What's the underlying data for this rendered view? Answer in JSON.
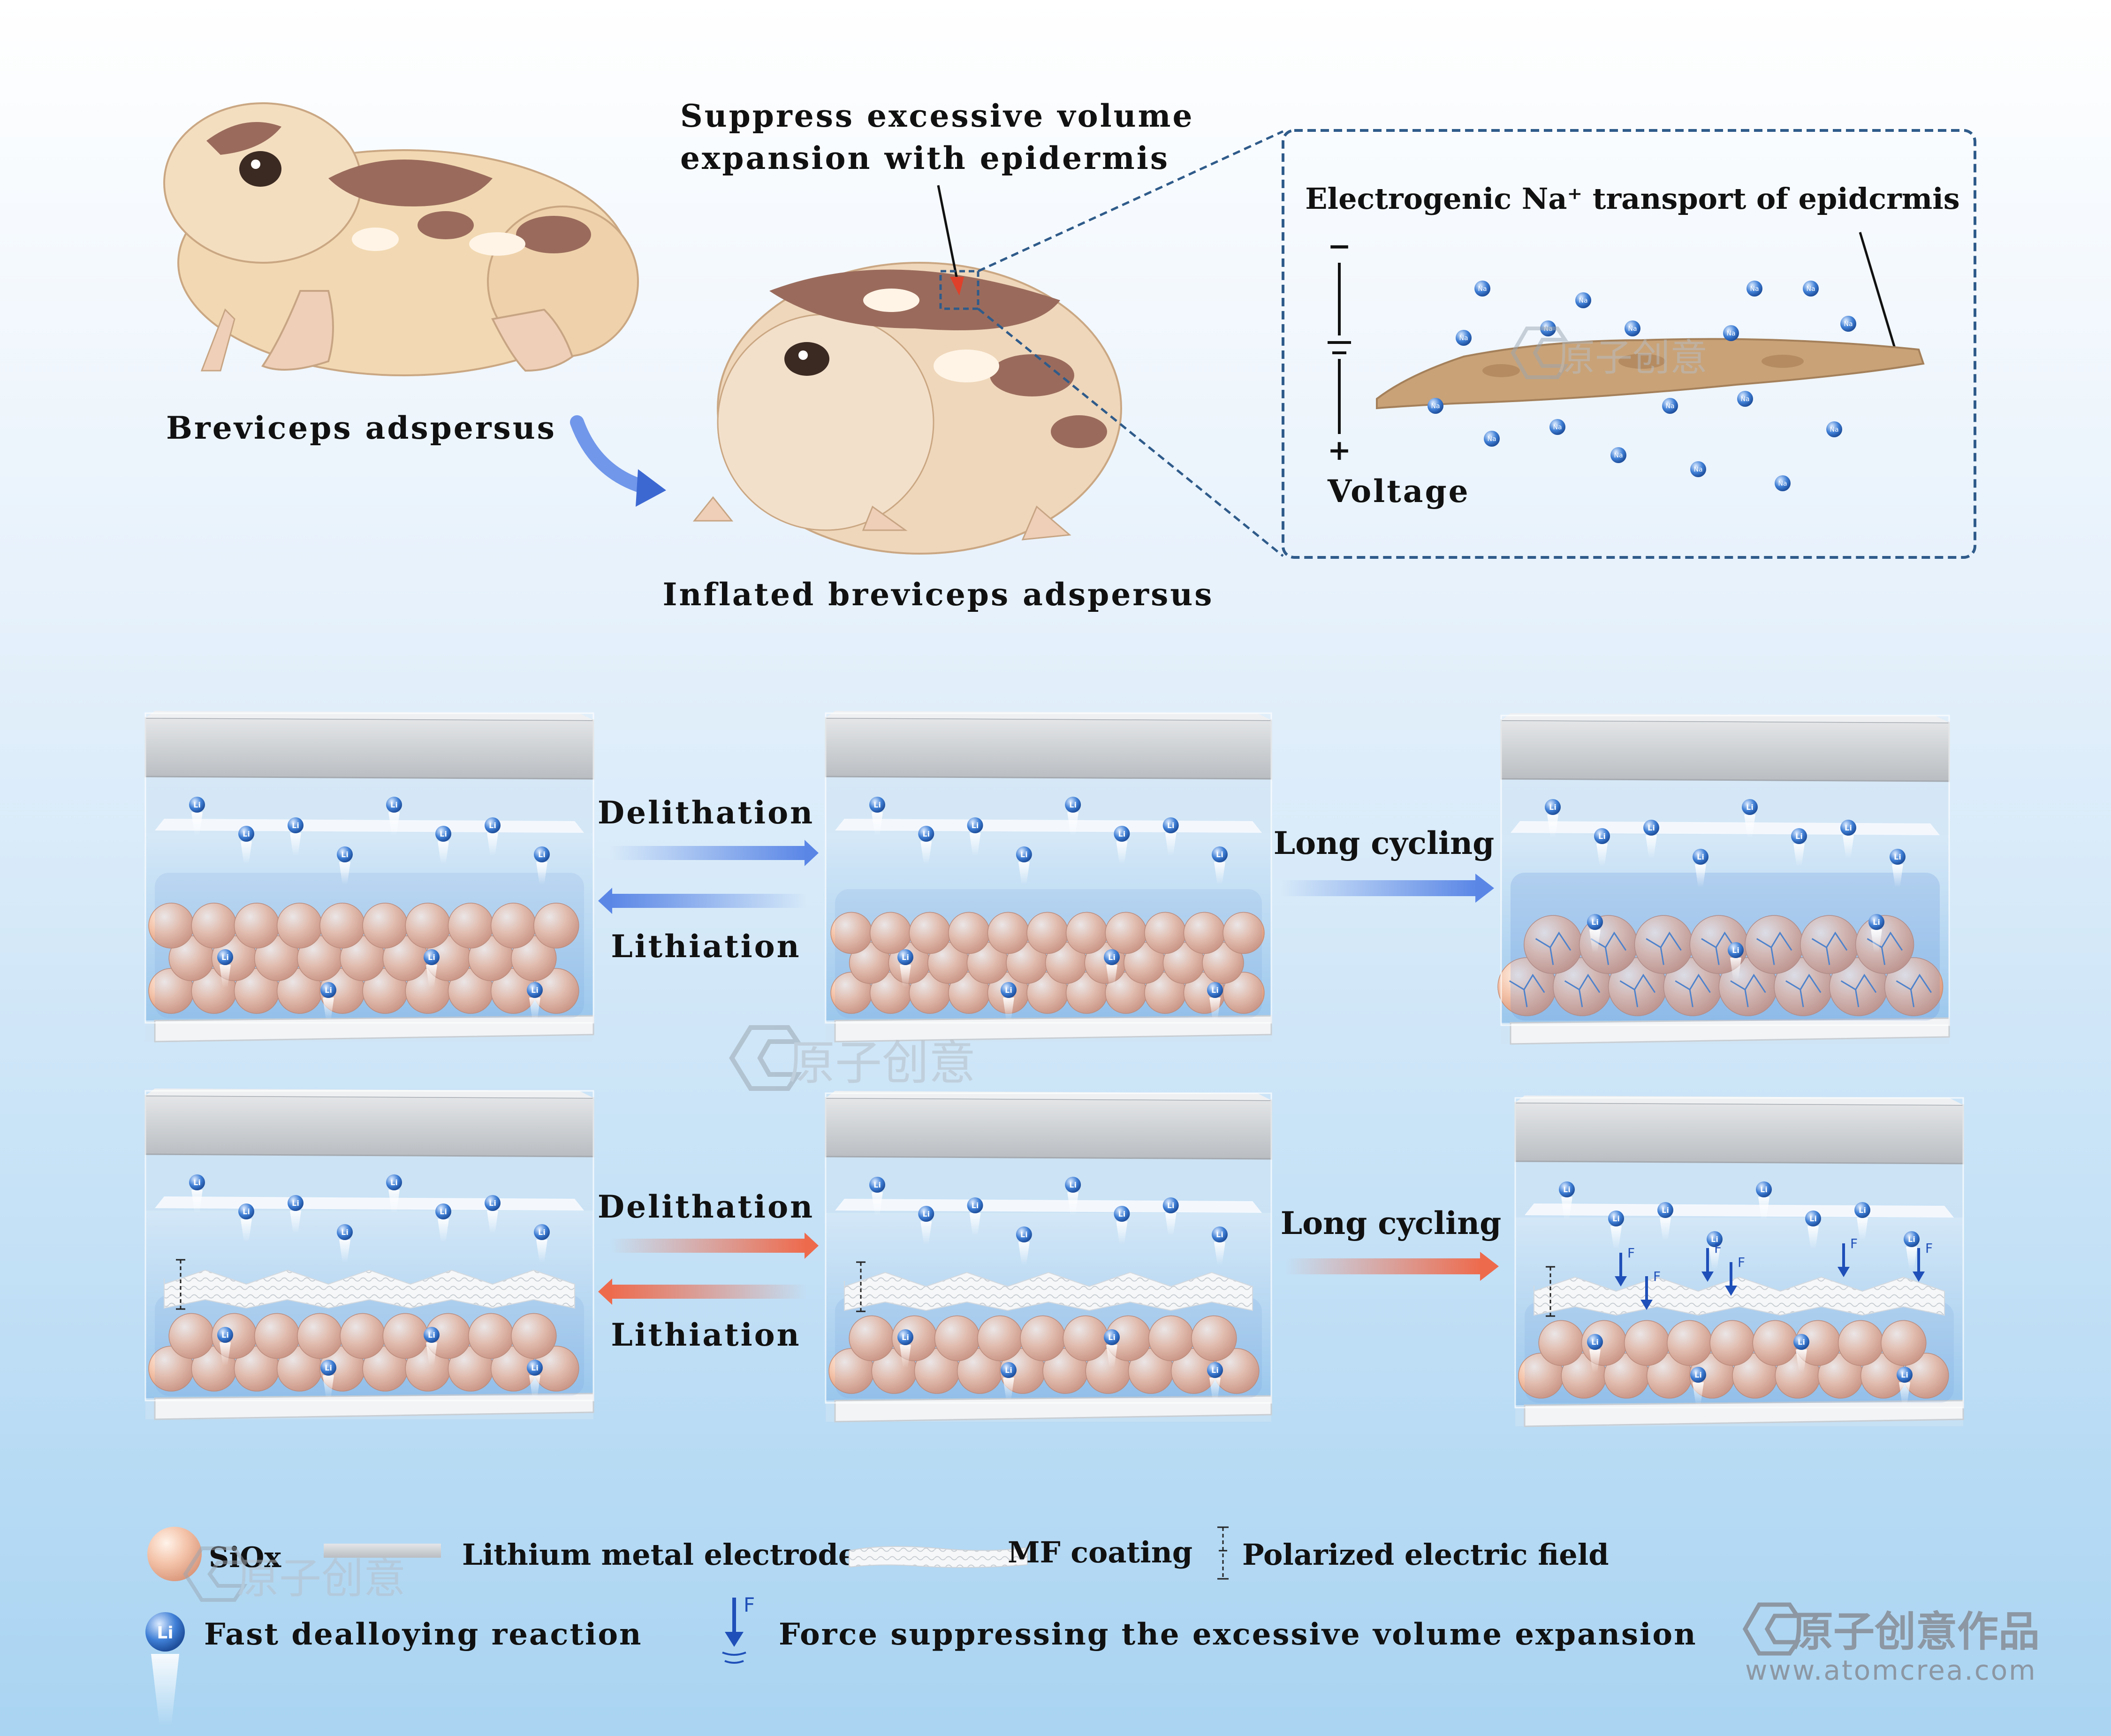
{
  "top": {
    "frog_label": "Breviceps adspersus",
    "inflated_label": "Inflated breviceps adspersus",
    "suppress_line1": "Suppress excessive volume",
    "suppress_line2": "expansion with epidermis",
    "inset_title": "Electrogenic Na⁺ transport of epidcrmis",
    "voltage_label": "Voltage",
    "minus": "−",
    "plus": "+",
    "ion_na": "Na"
  },
  "rows": {
    "delithation": "Delithation",
    "lithiation": "Lithiation",
    "long_cycling": "Long cycling",
    "ion_li": "Li",
    "force_symbol": "F"
  },
  "legend": {
    "siox": "SiOx",
    "lithium_metal": "Lithium metal electrode",
    "mf_coating": "MF coating",
    "polarized_field": "Polarized electric field",
    "fast_dealloying": "Fast dealloying reaction",
    "force": "Force suppressing the excessive volume expansion"
  },
  "watermark": {
    "brand": "原子创意",
    "brand_full": "原子创意作品",
    "url": "www.atomcrea.com"
  },
  "colors": {
    "bg_top": "#ffffff",
    "bg_bottom": "#a9d4f2",
    "frog_body": "#f2d9b3",
    "frog_spot": "#9a6b5c",
    "sphere": "#f4c4aa",
    "electrolyte": "#a9cdec",
    "li_ion": "#3f7fd6",
    "arrow_blue": "#5a86e6",
    "arrow_red": "#ee6a4c",
    "epidermis": "#c9a277",
    "inset_border": "#2f5b8a"
  }
}
